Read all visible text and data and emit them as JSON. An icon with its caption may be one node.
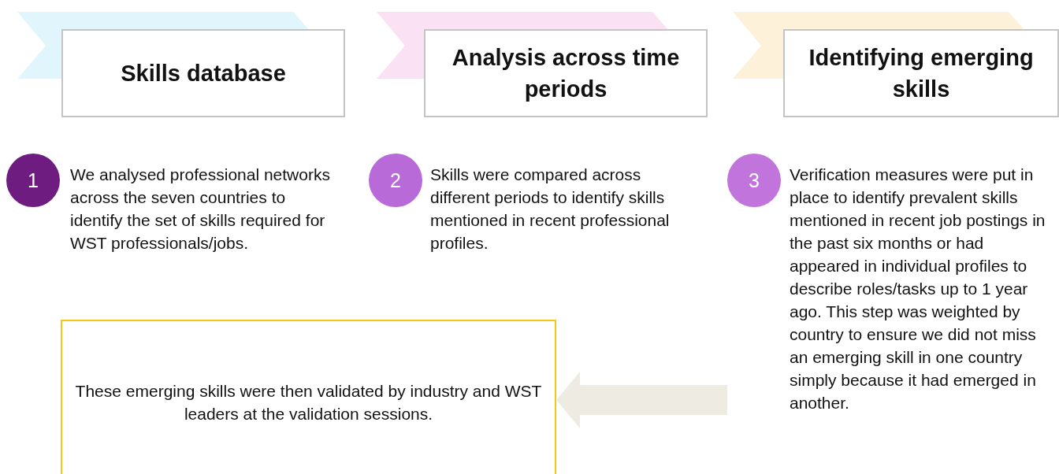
{
  "diagram": {
    "nodes": [
      {
        "text": [
          "Skills database"
        ]
      },
      {
        "text": [
          "1"
        ],
        "beside": [
          "We analysed professional networks across the seven countries to identify the set of skills required for WST professionals/jobs."
        ]
      },
      {
        "text": [
          "Analysis across time periods"
        ]
      },
      {
        "text": [
          "2"
        ],
        "beside": [
          "Skills were compared across different periods to identify skills mentioned in recent professional profiles."
        ]
      },
      {
        "text": [
          "Identifying emerging skills"
        ]
      },
      {
        "text": [
          "3"
        ],
        "beside": [
          "Verification measures were put in place to identify prevalent skills mentioned in recent job postings in the past six months or had appeared in individual profiles to describe roles/tasks up to 1 year ago. This step was weighted by country to ensure we did not miss an emerging skill in one country simply because it had emerged in another."
        ]
      },
      {
        "text": [
          "These emerging skills were then validated by industry and WST leaders at the validation sessions."
        ]
      }
    ],
    "edges": [
      {
        "from": 5,
        "to": 6,
        "arrow": "to",
        "style": "thick",
        "color": "#eeece2"
      }
    ]
  }
}
